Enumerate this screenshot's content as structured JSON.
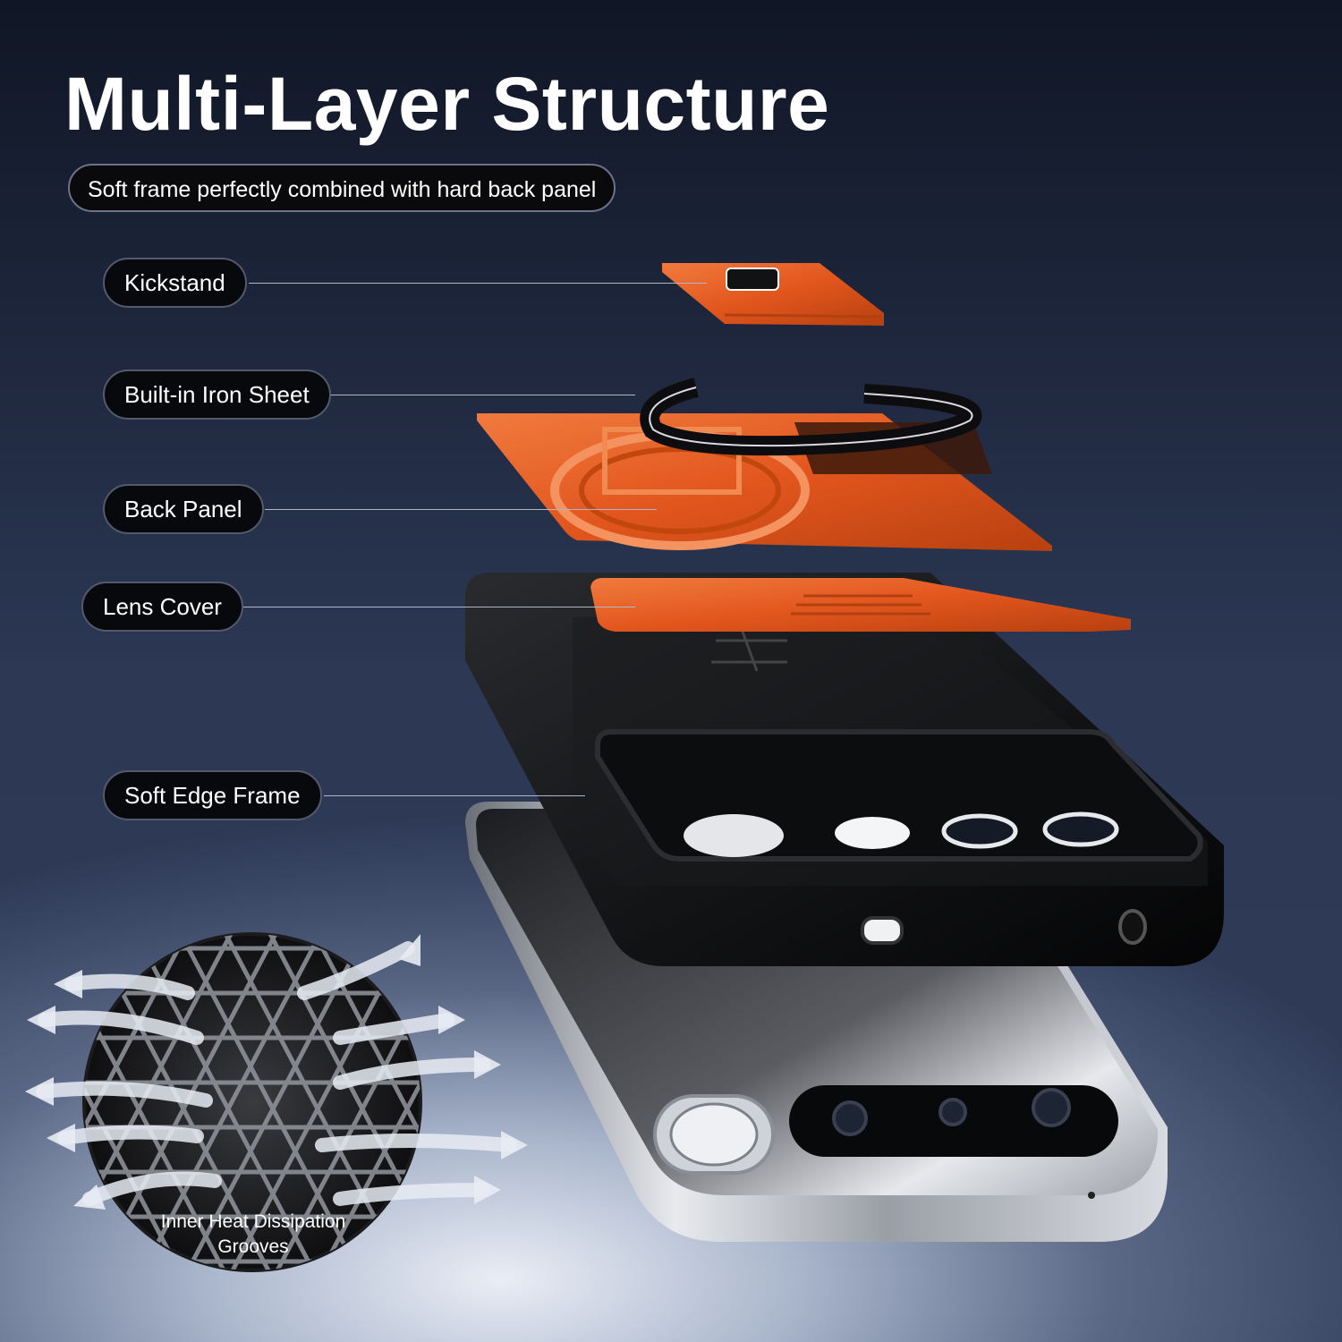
{
  "title": "Multi-Layer Structure",
  "subtitle": "Soft frame perfectly combined with hard back panel",
  "labels": {
    "kickstand": "Kickstand",
    "iron_sheet": "Built-in Iron Sheet",
    "back_panel": "Back Panel",
    "lens_cover": "Lens Cover",
    "soft_edge_frame": "Soft Edge Frame"
  },
  "heat_caption": {
    "line1": "Inner Heat Dissipation",
    "line2": "Grooves"
  },
  "colors": {
    "accent_orange": "#e2561e",
    "frame_black": "#111214",
    "phone_silver": "#c9ccd2",
    "label_bg": "#08090c"
  }
}
